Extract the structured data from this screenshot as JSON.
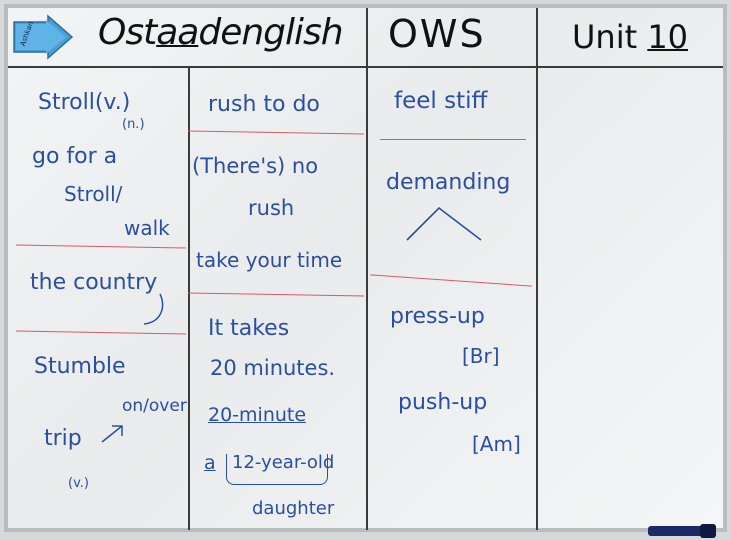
{
  "header": {
    "brand_prefix": "Ost",
    "brand_highlight": "aa",
    "brand_suffix": "denglish",
    "abbrev": "OWS",
    "unit_label": "Unit",
    "unit_number": "10"
  },
  "magnet": {
    "label": "Ashkan"
  },
  "columns": [
    {
      "sections": [
        {
          "lines": [
            "Stroll(v.)",
            "(n.)",
            "go for a",
            "Stroll/",
            "walk"
          ]
        },
        {
          "lines": [
            "the country"
          ]
        },
        {
          "lines": [
            "Stumble",
            "on/over",
            "trip",
            "(v.)"
          ]
        }
      ]
    },
    {
      "sections": [
        {
          "lines": [
            "rush to do"
          ]
        },
        {
          "lines": [
            "(There's) no",
            "rush",
            "take your time"
          ]
        },
        {
          "lines": [
            "It takes",
            "20 minutes.",
            "20-minute",
            "a",
            "12-year-old",
            "daughter"
          ]
        }
      ]
    },
    {
      "sections": [
        {
          "lines": [
            "feel stiff"
          ]
        },
        {
          "lines": [
            "demanding"
          ]
        },
        {
          "lines": [
            "press-up",
            "[Br]",
            "push-up",
            "[Am]"
          ]
        }
      ]
    }
  ],
  "colors": {
    "ink_blue": "#2a4fa0",
    "ink_black": "#111111",
    "red_divider": "#d85a63",
    "board": "#eef0f1",
    "frame": "#b9bcc0"
  }
}
